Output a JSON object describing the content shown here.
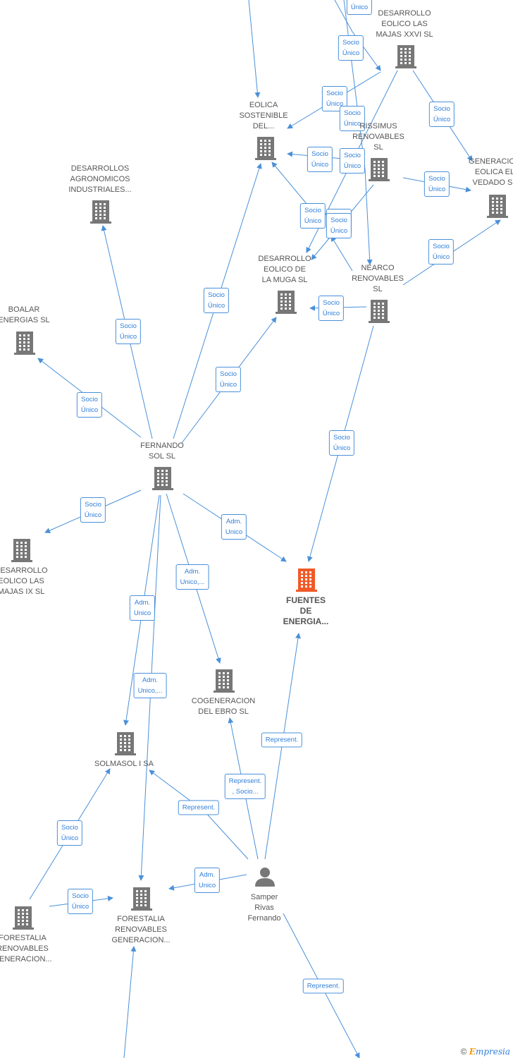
{
  "nodes": [
    {
      "id": "eolica_sostenible",
      "label": "EOLICA\nSOSTENIBLE\nDEL...",
      "type": "company"
    },
    {
      "id": "desarrollo_xxvi",
      "label": "DESARROLLO\nEOLICO LAS\nMAJAS XXVI  SL",
      "type": "company"
    },
    {
      "id": "rissimus",
      "label": "RISSIMUS\nRENOVABLES\nSL",
      "type": "company"
    },
    {
      "id": "generacion_vedado",
      "label": "GENERACION\nEOLICA EL\nVEDADO SL",
      "type": "company"
    },
    {
      "id": "desarrollos_agronomicos",
      "label": "DESARROLLOS\nAGRONOMICOS\nINDUSTRIALES...",
      "type": "company"
    },
    {
      "id": "desarrollo_muga",
      "label": "DESARROLLO\nEOLICO DE\nLA MUGA SL",
      "type": "company"
    },
    {
      "id": "nearco",
      "label": "NEARCO\nRENOVABLES\nSL",
      "type": "company"
    },
    {
      "id": "boalar",
      "label": "BOALAR\nENERGIAS  SL",
      "type": "company"
    },
    {
      "id": "fernando_sol",
      "label": "FERNANDO\nSOL SL",
      "type": "company"
    },
    {
      "id": "desarrollo_ix",
      "label": "DESARROLLO\nEOLICO LAS\nMAJAS IX  SL",
      "type": "company"
    },
    {
      "id": "fuentes",
      "label": "FUENTES\nDE\nENERGIA...",
      "type": "company",
      "focus": true
    },
    {
      "id": "cogeneracion",
      "label": "COGENERACION\nDEL EBRO  SL",
      "type": "company"
    },
    {
      "id": "solmasol",
      "label": "SOLMASOL I SA",
      "type": "company"
    },
    {
      "id": "samper",
      "label": "Samper\nRivas\nFernando",
      "type": "person"
    },
    {
      "id": "forestalia_left",
      "label": "FORESTALIA\nRENOVABLES\nGENERACION...",
      "type": "company"
    },
    {
      "id": "forestalia_center",
      "label": "FORESTALIA\nRENOVABLES\nGENERACION...",
      "type": "company"
    }
  ],
  "edges": [
    {
      "id": "e1",
      "label": "Socio\nÚnico"
    },
    {
      "id": "e2",
      "label": "Socio\nÚnico"
    },
    {
      "id": "e3",
      "label": "Socio\nÚnico"
    },
    {
      "id": "e4",
      "label": "Socio\nÚnico"
    },
    {
      "id": "e5",
      "label": "Socio\nÚnico"
    },
    {
      "id": "e6",
      "label": "Socio\nÚnico"
    },
    {
      "id": "e7",
      "label": "Socio\nÚnico"
    },
    {
      "id": "e8",
      "label": "Socio\nÚnico"
    },
    {
      "id": "e9",
      "label": "Socio\nÚnico"
    },
    {
      "id": "e10",
      "label": "Socio\nÚnico"
    },
    {
      "id": "e11",
      "label": "Socio\nÚnico"
    },
    {
      "id": "e12",
      "label": "Socio\nÚnico"
    },
    {
      "id": "e13",
      "label": "Socio\nÚnico"
    },
    {
      "id": "e14",
      "label": "Socio\nÚnico"
    },
    {
      "id": "e15",
      "label": "Socio\nÚnico"
    },
    {
      "id": "e16",
      "label": "Socio\nÚnico"
    },
    {
      "id": "e17",
      "label": "Socio\nÚnico"
    },
    {
      "id": "e18",
      "label": "Adm.\nUnico"
    },
    {
      "id": "e19",
      "label": "Adm.\nUnico,..."
    },
    {
      "id": "e20",
      "label": "Adm.\nUnico"
    },
    {
      "id": "e21",
      "label": "Adm.\nUnico,..."
    },
    {
      "id": "e22",
      "label": "Represent."
    },
    {
      "id": "e23",
      "label": "Represent.\n, Socio..."
    },
    {
      "id": "e24",
      "label": "Represent."
    },
    {
      "id": "e25",
      "label": "Adm.\nUnico"
    },
    {
      "id": "e26",
      "label": "Socio\nÚnico"
    },
    {
      "id": "e27",
      "label": "Socio\nÚnico"
    },
    {
      "id": "e28",
      "label": "Represent."
    },
    {
      "id": "e29",
      "label": "Socio\nÚnico"
    },
    {
      "id": "e30",
      "label": "Socio\nÚnico"
    }
  ],
  "colors": {
    "edge": "#4a90d9",
    "company": "#777777",
    "focus": "#f05a28",
    "person": "#777777"
  },
  "watermark": {
    "copyright": "©",
    "brand_e": "E",
    "brand_rest": "mpresia"
  }
}
